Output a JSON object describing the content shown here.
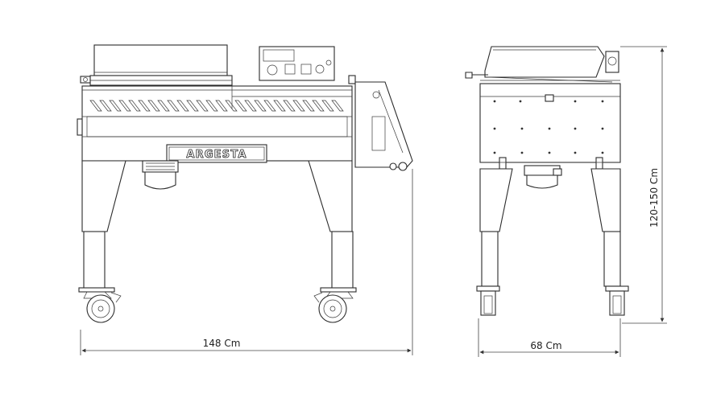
{
  "drawing": {
    "brand_label": "ARGESTA",
    "front_view": {
      "width_label": "148 Cm"
    },
    "side_view": {
      "depth_label": "68 Cm",
      "height_label": "120-150 Cm"
    }
  }
}
